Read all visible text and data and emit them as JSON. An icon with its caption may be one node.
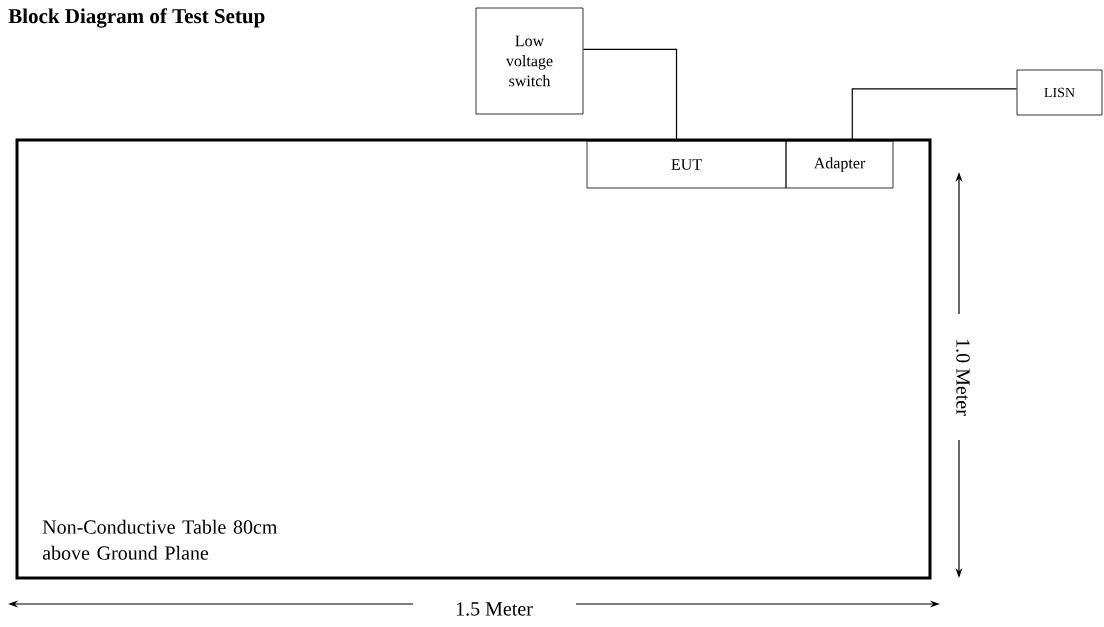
{
  "diagram": {
    "title": "Block Diagram of Test Setup",
    "nodes": [
      {
        "text": [
          "Non-Conductive Table 80cm above Ground Plane"
        ]
      },
      {
        "text": [
          "Low voltage switch"
        ]
      },
      {
        "text": [
          "EUT"
        ],
        "in": 0
      },
      {
        "text": [
          "Adapter"
        ],
        "in": 0
      },
      {
        "text": [
          "LISN"
        ]
      }
    ],
    "edges": [
      {
        "from": 1,
        "to": 2,
        "arrow": "none"
      },
      {
        "from": 3,
        "to": 4,
        "arrow": "none"
      }
    ],
    "labels": [
      "1.0 Meter",
      "1.5 Meter"
    ]
  }
}
